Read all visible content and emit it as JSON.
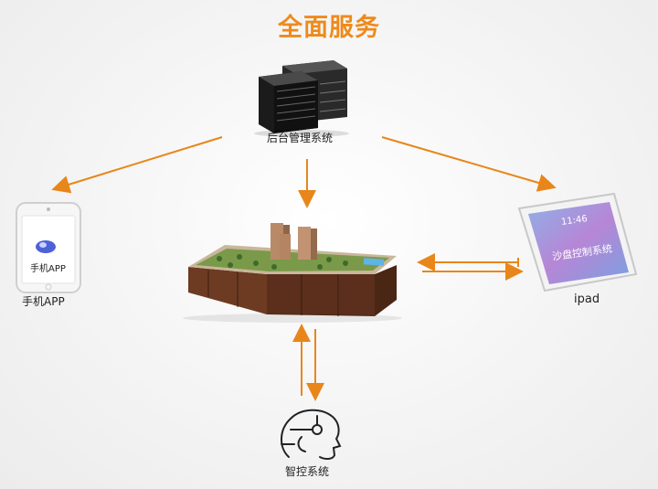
{
  "title": "全面服务",
  "nodes": {
    "server": {
      "label": "后台管理系统",
      "icon": "server-rack-icon"
    },
    "phone": {
      "label": "手机APP",
      "screen_text": "手机APP",
      "icon": "smartphone-icon"
    },
    "ipad": {
      "label": "ipad",
      "screen_time": "11:46",
      "screen_text": "沙盘控制系统",
      "icon": "tablet-icon"
    },
    "model": {
      "icon": "sand-table-model-icon"
    },
    "control": {
      "label": "智控系统",
      "icon": "smart-control-head-icon"
    }
  },
  "colors": {
    "accent": "#ee8a1c",
    "arrow": "#e8861a",
    "text": "#222222"
  }
}
